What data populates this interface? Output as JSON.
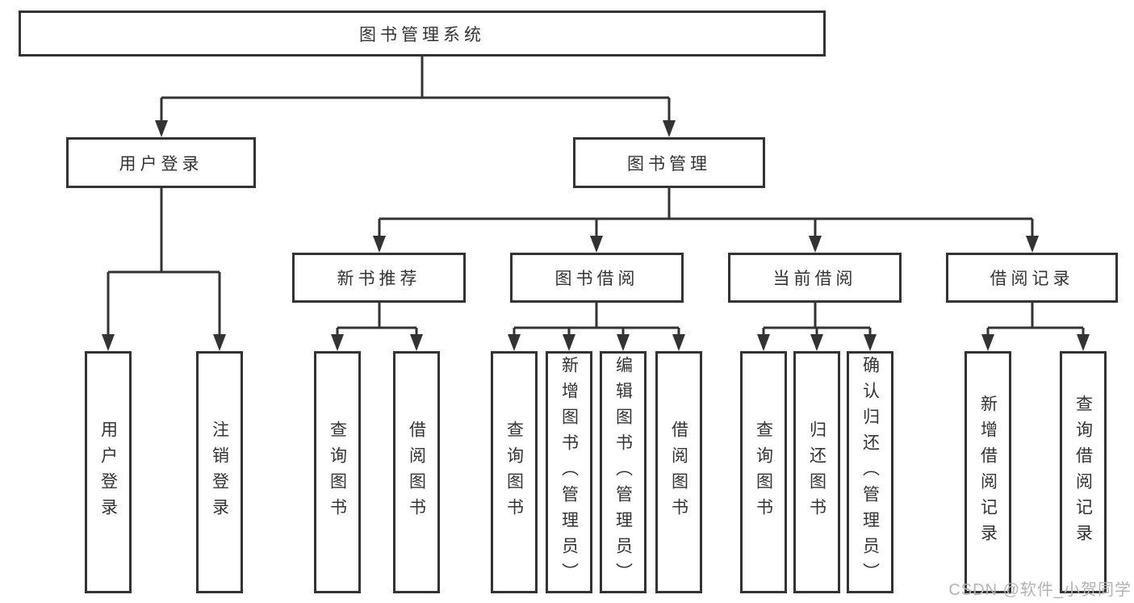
{
  "tree": {
    "root": {
      "label": "图书管理系统"
    },
    "children": [
      {
        "label": "用户登录",
        "children": [
          {
            "label": "用户登录"
          },
          {
            "label": "注销登录"
          }
        ]
      },
      {
        "label": "图书管理",
        "children": [
          {
            "label": "新书推荐",
            "children": [
              {
                "label": "查询图书"
              },
              {
                "label": "借阅图书"
              }
            ]
          },
          {
            "label": "图书借阅",
            "children": [
              {
                "label": "查询图书"
              },
              {
                "label": "新增图书（管理员）"
              },
              {
                "label": "编辑图书（管理员）"
              },
              {
                "label": "借阅图书"
              }
            ]
          },
          {
            "label": "当前借阅",
            "children": [
              {
                "label": "查询图书"
              },
              {
                "label": "归还图书"
              },
              {
                "label": "确认归还（管理员）"
              }
            ]
          },
          {
            "label": "借阅记录",
            "children": [
              {
                "label": "新增借阅记录"
              },
              {
                "label": "查询借阅记录"
              }
            ]
          }
        ]
      }
    ]
  },
  "watermark": {
    "text": "CSDN @软件_小贺同学"
  }
}
